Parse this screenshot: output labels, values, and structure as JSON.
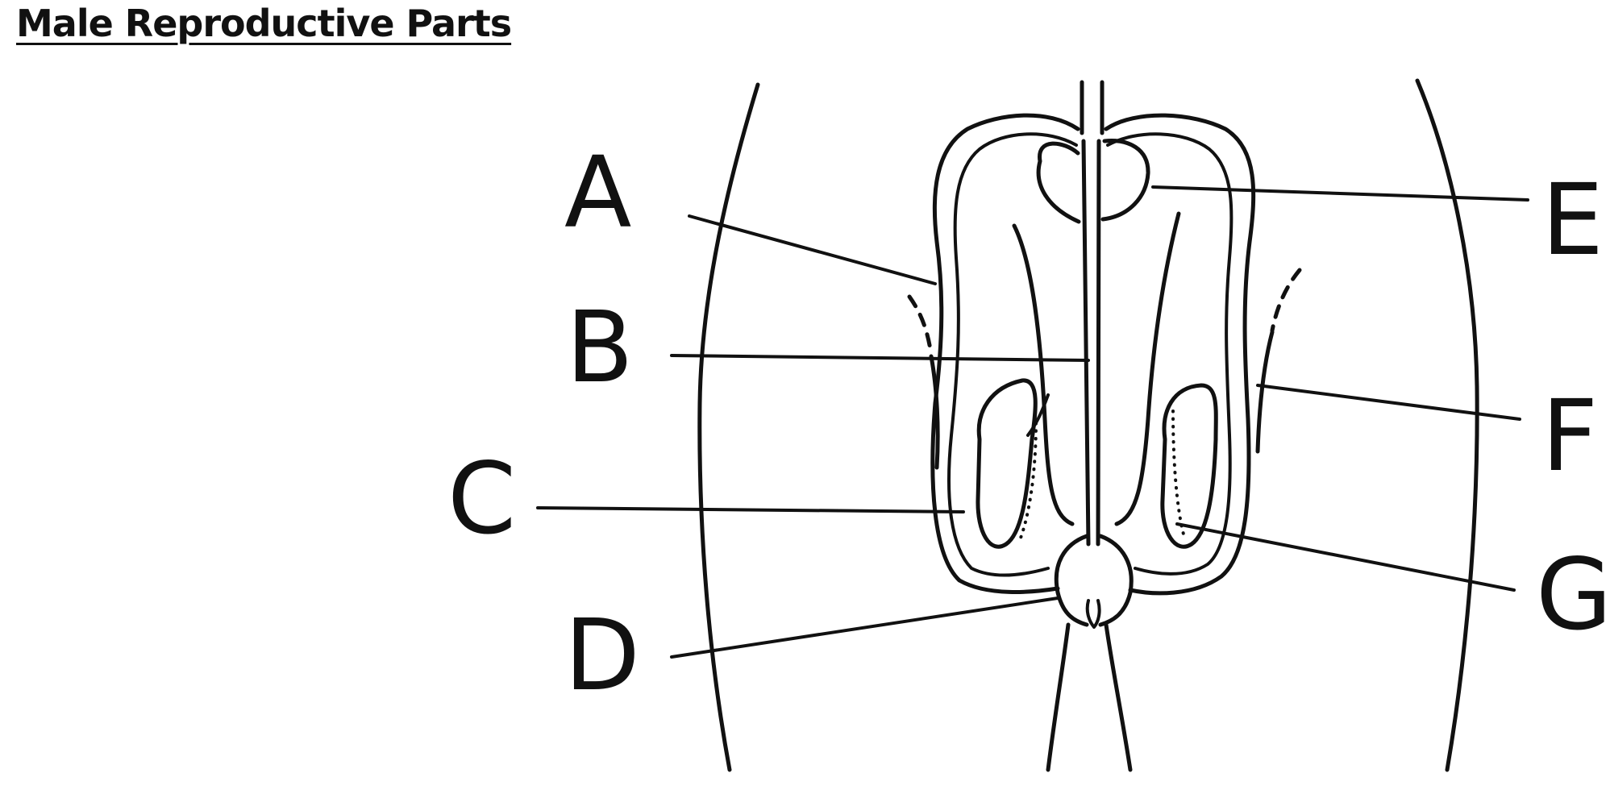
{
  "title": "Male Reproductive Parts",
  "labels": {
    "a": "A",
    "b": "B",
    "c": "C",
    "d": "D",
    "e": "E",
    "f": "F",
    "g": "G"
  },
  "colors": {
    "ink": "#111111",
    "background": "#ffffff"
  }
}
